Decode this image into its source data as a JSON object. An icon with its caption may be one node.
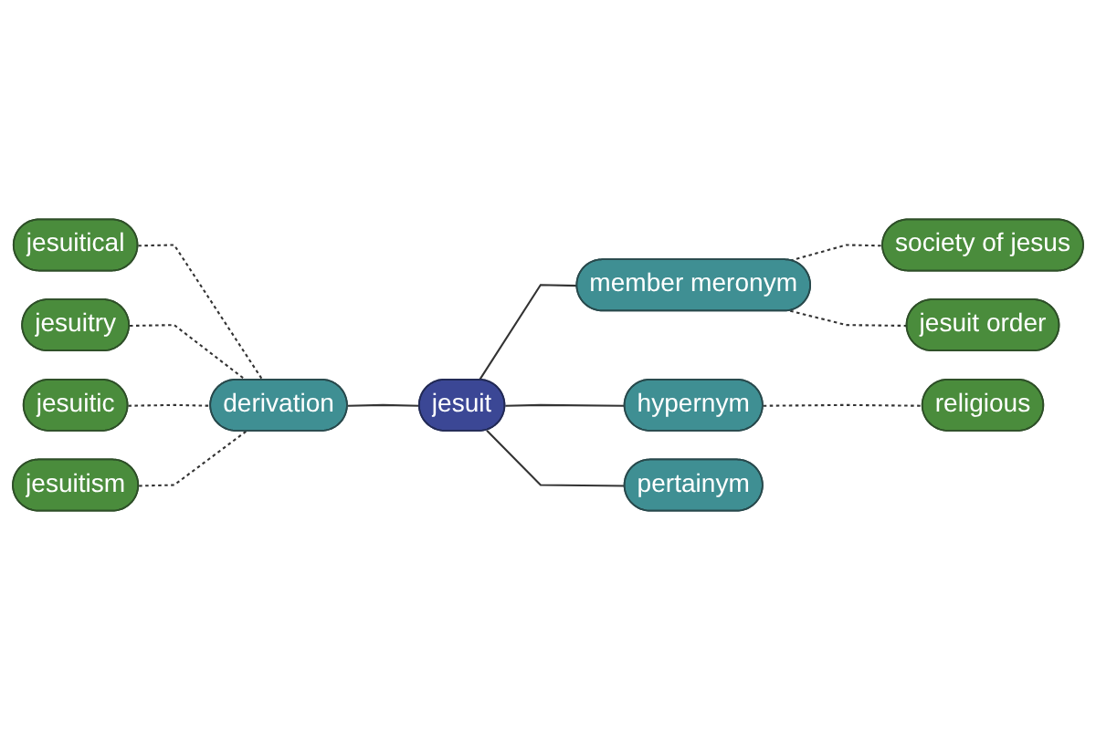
{
  "diagram": {
    "nodes": [
      {
        "text": [
          "society of jesus"
        ]
      },
      {
        "text": [
          "religious"
        ]
      },
      {
        "text": [
          "jesuit order"
        ]
      },
      {
        "text": [
          "member meronym"
        ]
      },
      {
        "text": [
          "hypernym"
        ]
      },
      {
        "text": [
          "pertainym"
        ]
      },
      {
        "text": [
          "jesuit"
        ]
      },
      {
        "text": [
          "jesuitical"
        ]
      },
      {
        "text": [
          "jesuitry"
        ]
      },
      {
        "text": [
          "derivation"
        ]
      },
      {
        "text": [
          "jesuitic"
        ]
      },
      {
        "text": [
          "jesuitism"
        ]
      }
    ],
    "edges": [
      {
        "from": 9,
        "to": 6,
        "arrow": "none"
      },
      {
        "from": 6,
        "to": 3,
        "arrow": "none"
      },
      {
        "from": 6,
        "to": 4,
        "arrow": "none"
      },
      {
        "from": 6,
        "to": 5,
        "arrow": "none"
      },
      {
        "from": 3,
        "to": 0,
        "arrow": "none",
        "style": "dashed"
      },
      {
        "from": 3,
        "to": 2,
        "arrow": "none",
        "style": "dashed"
      },
      {
        "from": 4,
        "to": 1,
        "arrow": "none",
        "style": "dashed"
      },
      {
        "from": 7,
        "to": 9,
        "arrow": "none",
        "style": "dashed"
      },
      {
        "from": 8,
        "to": 9,
        "arrow": "none",
        "style": "dashed"
      },
      {
        "from": 10,
        "to": 9,
        "arrow": "none",
        "style": "dashed"
      },
      {
        "from": 11,
        "to": 9,
        "arrow": "none",
        "style": "dashed"
      }
    ]
  }
}
